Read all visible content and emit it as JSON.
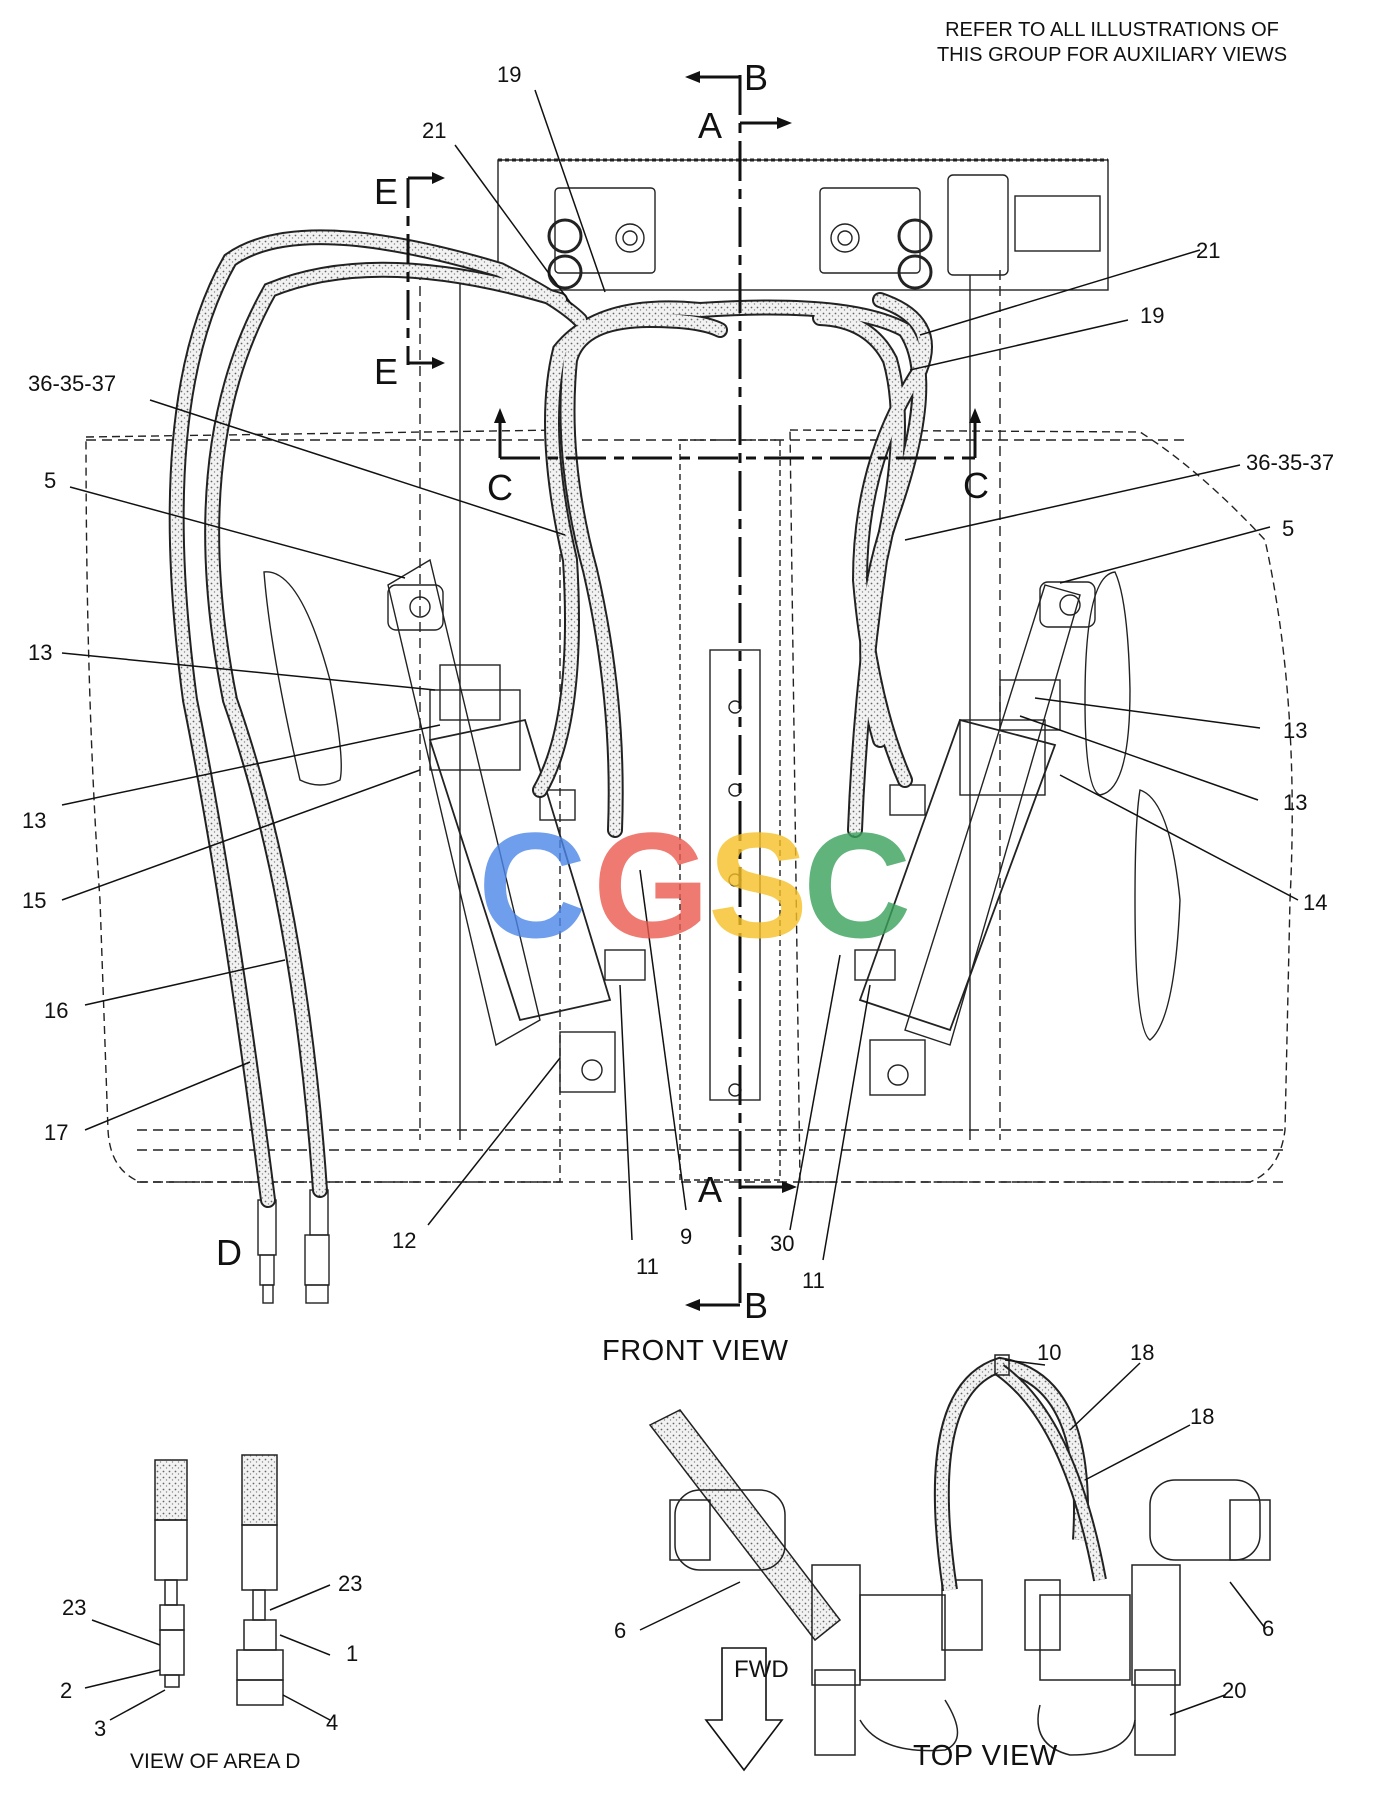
{
  "note": {
    "line1": "REFER TO ALL ILLUSTRATIONS OF",
    "line2": "THIS GROUP FOR AUXILIARY VIEWS"
  },
  "titles": {
    "front": "FRONT VIEW",
    "top": "TOP VIEW",
    "area_d": "VIEW OF AREA D"
  },
  "section_letters": {
    "a": "A",
    "b": "B",
    "c": "C",
    "d": "D",
    "e": "E"
  },
  "fwd": "FWD",
  "logo": {
    "c1": "C",
    "g": "G",
    "s": "S",
    "c2": "C",
    "colors": {
      "c1": "#4a86e8",
      "g": "#ea5a4f",
      "s": "#f6c026",
      "c2": "#3aa15c"
    }
  },
  "callouts": {
    "front": [
      "19",
      "21",
      "21",
      "19",
      "36-35-37",
      "36-35-37",
      "5",
      "5",
      "13",
      "13",
      "13",
      "13",
      "15",
      "14",
      "16",
      "17",
      "12",
      "11",
      "9",
      "30",
      "11"
    ],
    "area_d": [
      "23",
      "2",
      "3",
      "23",
      "1",
      "4"
    ],
    "top": [
      "10",
      "18",
      "18",
      "6",
      "6",
      "20"
    ]
  }
}
